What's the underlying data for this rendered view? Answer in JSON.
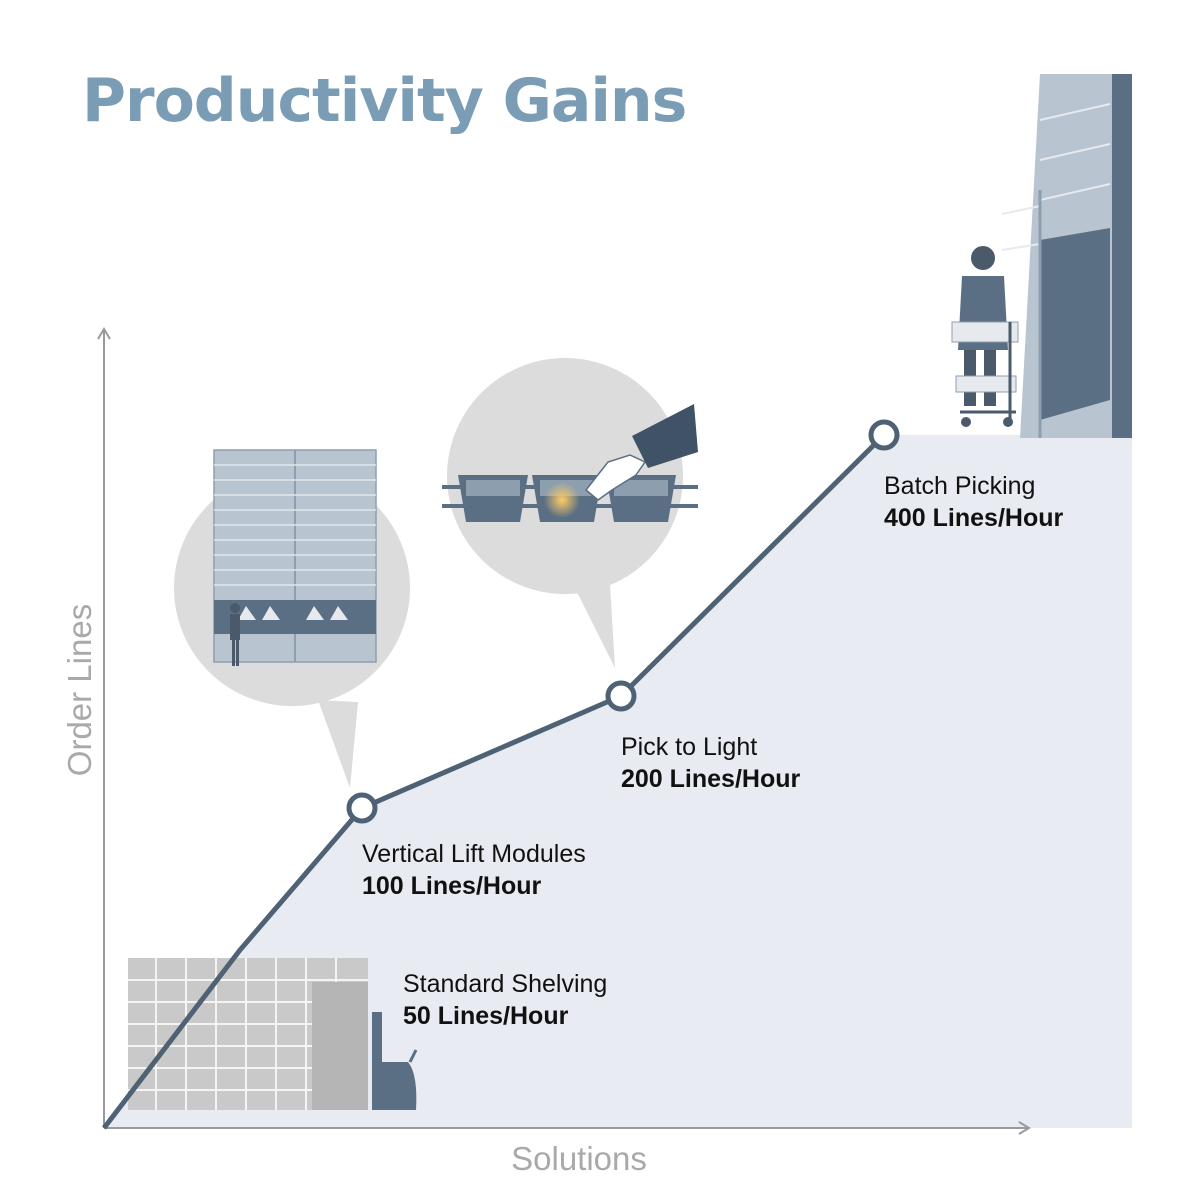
{
  "page": {
    "title": "Productivity Gains"
  },
  "colors": {
    "title": "#7a9db5",
    "line": "#4f6275",
    "area_fill": "#e8ebf2",
    "axis": "#9a9a9a",
    "bubble": "#dcdcdc",
    "illustration_dark": "#5b6f84",
    "illustration_light": "#b8c4d0"
  },
  "chart_data": {
    "type": "line",
    "title": "Productivity Gains",
    "xlabel": "Solutions",
    "ylabel": "Order Lines",
    "unit": "Lines/Hour",
    "grid": false,
    "points": [
      {
        "name": "Standard Shelving",
        "value": 50,
        "rate_label": "50 Lines/Hour",
        "illustration": "pallet-shelving-icon"
      },
      {
        "name": "Vertical Lift Modules",
        "value": 100,
        "rate_label": "100 Lines/Hour",
        "illustration": "vertical-lift-module-icon"
      },
      {
        "name": "Pick to Light",
        "value": 200,
        "rate_label": "200 Lines/Hour",
        "illustration": "pick-to-light-icon"
      },
      {
        "name": "Batch Picking",
        "value": 400,
        "rate_label": "400 Lines/Hour",
        "illustration": "batch-picking-worker-icon"
      }
    ]
  }
}
